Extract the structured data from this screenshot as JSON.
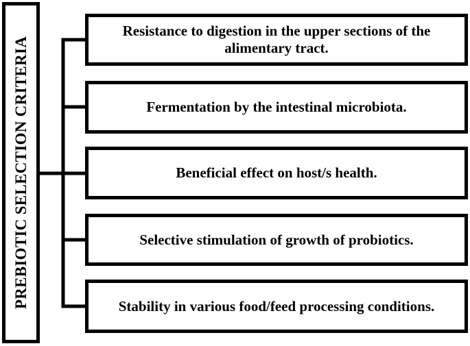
{
  "root": {
    "label": "PREBIOTIC SELECTION CRITERIA"
  },
  "criteria": [
    {
      "label": "Resistance to digestion in the upper sections of the alimentary tract."
    },
    {
      "label": "Fermentation by the intestinal microbiota."
    },
    {
      "label": "Beneficial effect on host/s health."
    },
    {
      "label": "Selective stimulation of growth of probiotics."
    },
    {
      "label": "Stability in various food/feed processing conditions."
    }
  ],
  "colors": {
    "line": "#000000",
    "background": "#ffffff"
  }
}
